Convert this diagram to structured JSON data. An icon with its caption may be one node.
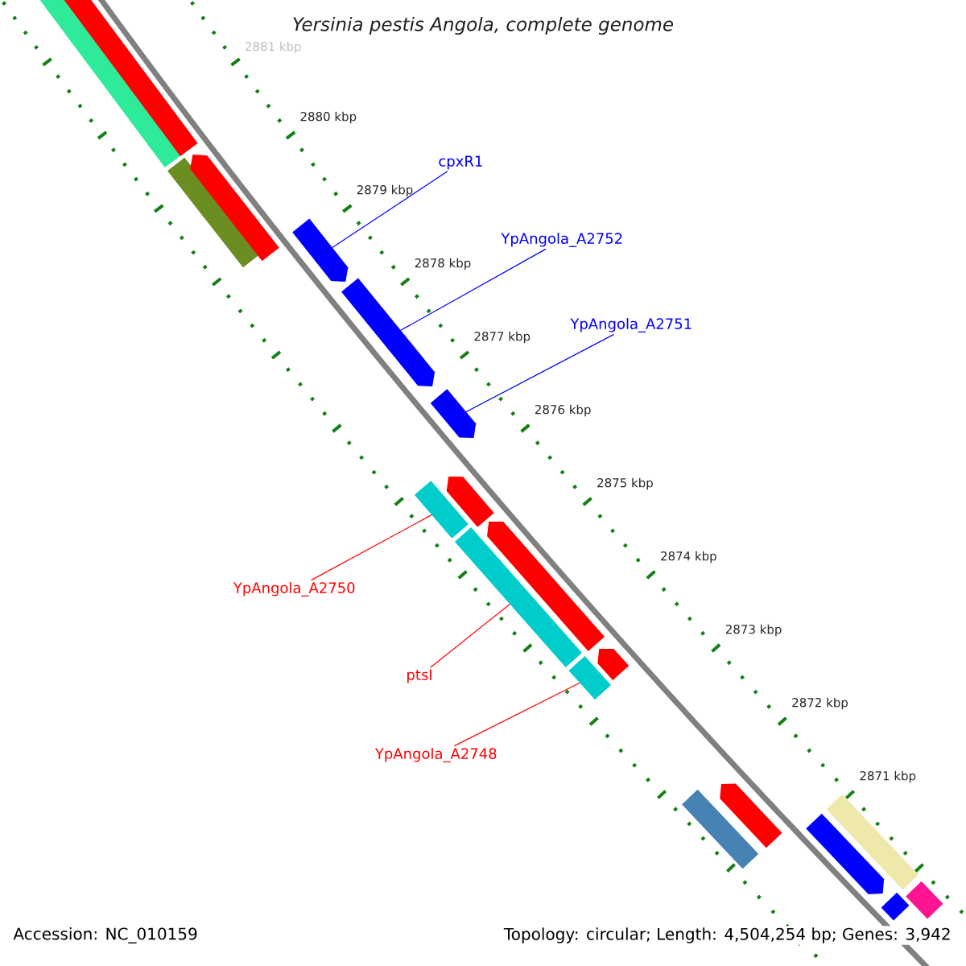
{
  "diagram": {
    "title": "Yersinia pestis Angola, complete genome",
    "nodes": [
      {
        "text": [
          "cpxR1"
        ]
      },
      {
        "text": [
          "YpAngola_A2752"
        ]
      },
      {
        "text": [
          "YpAngola_A2751"
        ]
      },
      {
        "text": [
          "YpAngola_A2750"
        ]
      },
      {
        "text": [
          "ptsI"
        ]
      },
      {
        "text": [
          "YpAngola_A2748"
        ]
      },
      {
        "text": [],
        "shape": "bar"
      },
      {
        "text": [],
        "shape": "bar"
      },
      {
        "text": [],
        "shape": "bar"
      },
      {
        "text": [],
        "shape": "bar"
      },
      {
        "text": [],
        "shape": "bar"
      },
      {
        "text": [],
        "shape": "bar"
      },
      {
        "text": [],
        "shape": "bar"
      },
      {
        "text": [],
        "shape": "bar"
      },
      {
        "text": [],
        "shape": "bar"
      },
      {
        "text": [],
        "shape": "bar"
      },
      {
        "text": [],
        "shape": "bar"
      },
      {
        "text": [],
        "shape": "bar"
      },
      {
        "text": [],
        "shape": "bar"
      },
      {
        "text": [],
        "shape": "bar"
      },
      {
        "text": [],
        "shape": "bar"
      },
      {
        "text": [],
        "shape": "bar"
      },
      {
        "text": [],
        "shape": "bar"
      },
      {
        "text": [],
        "shape": "bar"
      },
      {
        "text": [],
        "shape": "bar"
      }
    ],
    "edges": [
      {
        "from": 0,
        "to": 6,
        "arrow": "none",
        "color": "#0000ff"
      },
      {
        "from": 1,
        "to": 7,
        "arrow": "none",
        "color": "#0000ff"
      },
      {
        "from": 2,
        "to": 8,
        "arrow": "none",
        "color": "#0000ff"
      },
      {
        "from": 3,
        "to": 9,
        "arrow": "none",
        "color": "#ff0000"
      },
      {
        "from": 4,
        "to": 10,
        "arrow": "none",
        "color": "#ff0000"
      },
      {
        "from": 5,
        "to": 11,
        "arrow": "none",
        "color": "#ff0000"
      }
    ],
    "labels": [
      "2881 kbp",
      "2880 kbp",
      "2879 kbp",
      "2878 kbp",
      "2877 kbp",
      "2876 kbp",
      "2875 kbp",
      "2874 kbp",
      "2873 kbp",
      "2872 kbp",
      "2871 kbp",
      "Accession: NC_010159",
      "Topology: circular; Length: 4,504,254 bp; Genes: 3,942"
    ]
  }
}
